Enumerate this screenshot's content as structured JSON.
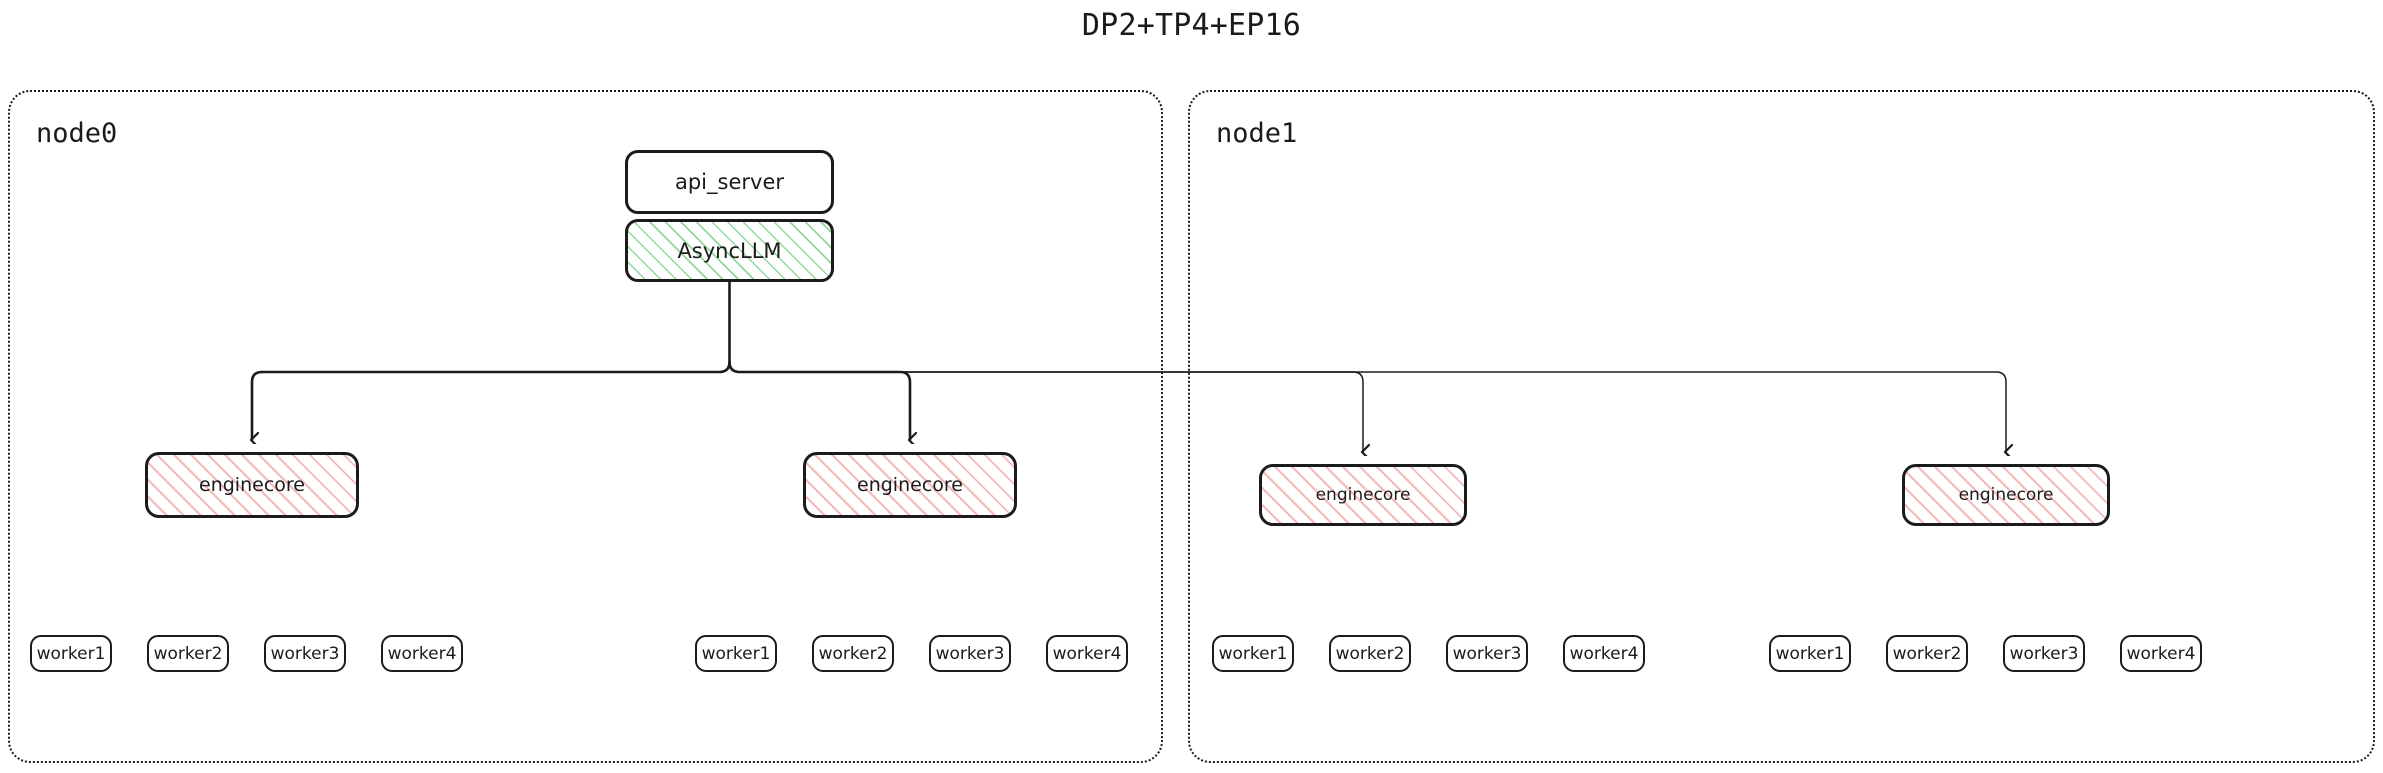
{
  "title": "DP2+TP4+EP16",
  "colors": {
    "stroke": "#1b1b1b",
    "background": "#ffffff",
    "asyncllm_hatch": "#8cd696",
    "enginecore_hatch": "#f0a9a9"
  },
  "nodes": [
    {
      "label": "node0",
      "top_boxes": [
        {
          "label": "api_server",
          "style": "plain"
        },
        {
          "label": "AsyncLLM",
          "style": "green-hatch"
        }
      ],
      "enginecores": [
        {
          "label": "enginecore"
        },
        {
          "label": "enginecore"
        }
      ],
      "worker_groups": [
        {
          "workers": [
            "worker1",
            "worker2",
            "worker3",
            "worker4"
          ]
        },
        {
          "workers": [
            "worker1",
            "worker2",
            "worker3",
            "worker4"
          ]
        }
      ]
    },
    {
      "label": "node1",
      "top_boxes": [],
      "enginecores": [
        {
          "label": "enginecore"
        },
        {
          "label": "enginecore"
        }
      ],
      "worker_groups": [
        {
          "workers": [
            "worker1",
            "worker2",
            "worker3",
            "worker4"
          ]
        },
        {
          "workers": [
            "worker1",
            "worker2",
            "worker3",
            "worker4"
          ]
        }
      ]
    }
  ],
  "edges": {
    "source": "AsyncLLM",
    "targets": [
      "enginecore",
      "enginecore",
      "enginecore",
      "enginecore"
    ],
    "arrow_style": "open-v"
  }
}
